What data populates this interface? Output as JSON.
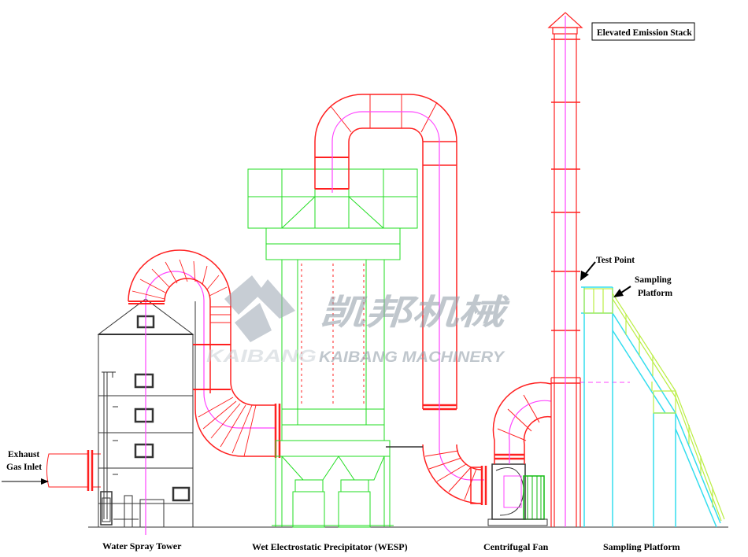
{
  "labels": {
    "exhaust_line1": "Exhaust",
    "exhaust_line2": "Gas Inlet",
    "water_spray_tower": "Water Spray Tower",
    "wesp": "Wet Electrostatic Precipitator (WESP)",
    "centrifugal_fan": "Centrifugal Fan",
    "sampling_platform_bottom": "Sampling Platform",
    "elevated_emission_stack": "Elevated Emission Stack",
    "test_point": "Test Point",
    "sampling_line1": "Sampling",
    "sampling_line2": "Platform"
  },
  "watermark": {
    "brand_cn": "凯邦机械",
    "brand_en_faint": "KAIBANG",
    "brand_en": "KAIBANG MACHINERY"
  },
  "colors": {
    "duct_red": "#ff2020",
    "wesp_green": "#22dd22",
    "centerline_magenta": "#ff44ff",
    "platform_cyan": "#33ddee",
    "stair_yellow": "#bbee44",
    "tower_black": "#333333"
  }
}
